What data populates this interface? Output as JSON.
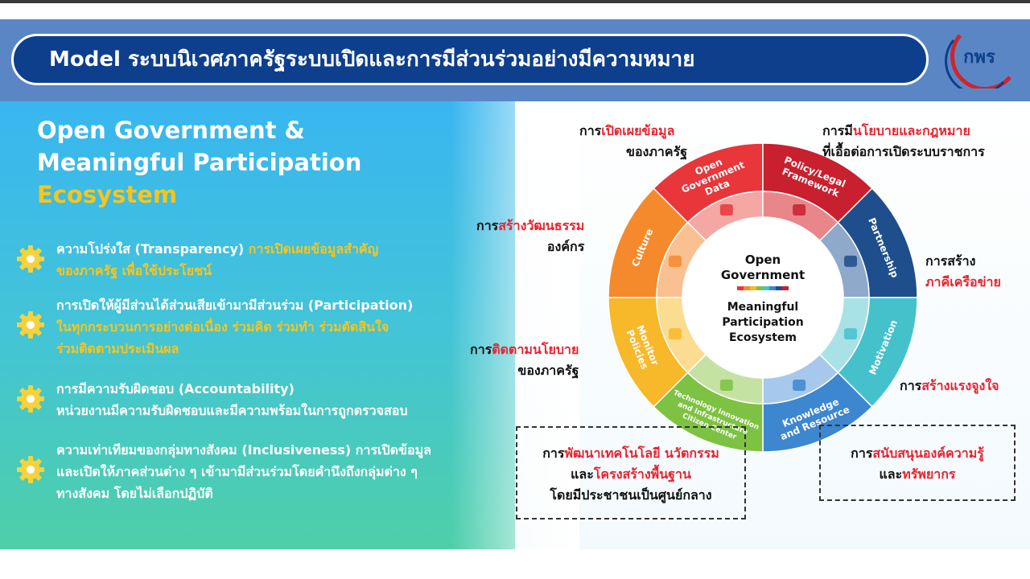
{
  "header": {
    "title": "Model ระบบนิเวศภาครัฐระบบเปิดและการมีส่วนร่วมอย่างมีความหมาย",
    "logo_text": "กพร"
  },
  "left": {
    "title_line1": "Open Government &",
    "title_line2": "Meaningful Participation",
    "title_line3": "Ecosystem",
    "items": [
      {
        "lines": [
          {
            "plain": "ความโปร่งใส (Transparency) ",
            "hl": "การเปิดเผยข้อมูลสำคัญ"
          },
          {
            "plain": "",
            "hl": "ของภาครัฐ เพื่อใช้ประโยชน์"
          }
        ]
      },
      {
        "lines": [
          {
            "plain": "การเปิดให้ผู้มีส่วนได้ส่วนเสียเข้ามามีส่วนร่วม (Participation)",
            "hl": ""
          },
          {
            "plain": "",
            "hl": "ในทุกกระบวนการอย่างต่อเนื่อง ร่วมคิด ร่วมทำ ร่วมตัดสินใจ"
          },
          {
            "plain": "",
            "hl": "ร่วมติดตามประเมินผล"
          }
        ]
      },
      {
        "lines": [
          {
            "plain": "การมีความรับผิดชอบ (Accountability)",
            "hl": ""
          },
          {
            "plain": "หน่วยงานมีความรับผิดชอบและมีความพร้อมในการถูกตรวจสอบ",
            "hl": ""
          }
        ]
      },
      {
        "lines": [
          {
            "plain": "ความเท่าเทียมของกลุ่มทางสังคม (Inclusiveness) การเปิดข้อมูล",
            "hl": ""
          },
          {
            "plain": "และเปิดให้ภาคส่วนต่าง ๆ เข้ามามีส่วนร่วมโดยคำนึงถึงกลุ่มต่าง ๆ",
            "hl": ""
          },
          {
            "plain": "ทางสังคม โดยไม่เลือกปฏิบัติ",
            "hl": ""
          }
        ]
      }
    ]
  },
  "wheel": {
    "center_line1": "Open",
    "center_line2": "Government",
    "center_line3": "Meaningful",
    "center_line4": "Participation",
    "center_line5": "Ecosystem",
    "segments": [
      {
        "label": [
          "Open",
          "Government",
          "Data"
        ],
        "color": "#e8363b",
        "inner": "#f5a7a3",
        "icon": "book-icon"
      },
      {
        "label": [
          "Policy/Legal",
          "Framework"
        ],
        "color": "#c8202e",
        "inner": "#e9868a",
        "icon": "shield-icon"
      },
      {
        "label": [
          "Partnership"
        ],
        "color": "#1f4e8c",
        "inner": "#8fa9cb",
        "icon": "handshake-icon"
      },
      {
        "label": [
          "Motivation"
        ],
        "color": "#45c1cc",
        "inner": "#a8e2e6",
        "icon": "rocket-icon"
      },
      {
        "label": [
          "Knowledge",
          "and Resource"
        ],
        "color": "#3d86d0",
        "inner": "#a6c8ec",
        "icon": "brain-icon"
      },
      {
        "label": [
          "Technology Innovation",
          "and Infrastructure",
          "Citizen Center"
        ],
        "color": "#7dc242",
        "inner": "#c4e3a3",
        "icon": "laptop-icon"
      },
      {
        "label": [
          "Monitor",
          "Policies"
        ],
        "color": "#f7b82a",
        "inner": "#fbdc90",
        "icon": "monitor-icon"
      },
      {
        "label": [
          "Culture"
        ],
        "color": "#f58a2c",
        "inner": "#f9c191",
        "icon": "heart-icon"
      }
    ]
  },
  "callouts": {
    "open_data": {
      "l1_pre": "การ",
      "l1_red": "เปิดเผยข้อมูล",
      "l2": "ของภาครัฐ"
    },
    "policy": {
      "l1_pre": "การมี",
      "l1_red": "นโยบายและกฎหมาย",
      "l2": "ที่เอื้อต่อการเปิดระบบราชการ"
    },
    "culture": {
      "l1_pre": "การ",
      "l1_red": "สร้างวัฒนธรรม",
      "l2": "องค์กร"
    },
    "partnership": {
      "l1": "การสร้าง",
      "l2_red": "ภาคีเครือข่าย"
    },
    "monitor": {
      "l1_pre": "การ",
      "l1_red": "ติดตามนโยบาย",
      "l2": "ของภาครัฐ"
    },
    "motivation": {
      "l1_pre": "การ",
      "l1_red": "สร้างแรงจูงใจ"
    },
    "technology": {
      "l1_pre": "การ",
      "l1_red": "พัฒนาเทคโนโลยี นวัตกรรม",
      "l2_pre": "และ",
      "l2_red": "โครงสร้างพื้นฐาน",
      "l3": "โดยมีประชาชนเป็นศูนย์กลาง"
    },
    "knowledge": {
      "l1_pre": "การ",
      "l1_red": "สนับสนุนองค์ความรู้",
      "l2_pre": "และ",
      "l2_red": "ทรัพยากร"
    }
  }
}
